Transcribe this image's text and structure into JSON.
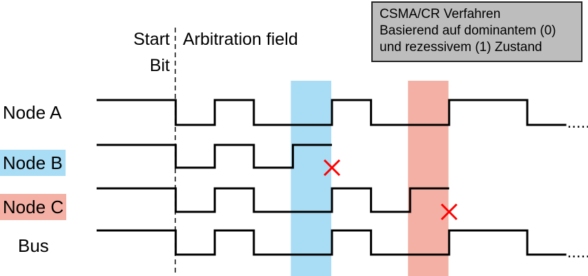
{
  "info_box": {
    "lines": [
      "CSMA/CR Verfahren",
      "Basierend auf dominantem (0)",
      "und rezessivem (1) Zustand"
    ]
  },
  "header": {
    "start_label": "Start",
    "bit_label": "Bit",
    "arbitration_label": "Arbitration field"
  },
  "nodes": [
    {
      "label": "Node A",
      "highlight": "",
      "bits": [
        1,
        0,
        1,
        0,
        0,
        1,
        0,
        0,
        1,
        1,
        0
      ],
      "lost_at": null,
      "continues": true
    },
    {
      "label": "Node B",
      "highlight": "#a9dcf5",
      "bits": [
        1,
        0,
        1,
        0,
        1
      ],
      "lost_at": 4,
      "continues": false
    },
    {
      "label": "Node C",
      "highlight": "#f4b0a4",
      "bits": [
        1,
        0,
        1,
        0,
        0,
        1,
        0,
        1
      ],
      "lost_at": 7,
      "continues": false
    },
    {
      "label": "Bus",
      "highlight": "",
      "bits": [
        1,
        0,
        1,
        0,
        0,
        1,
        0,
        0,
        1,
        1,
        0
      ],
      "lost_at": null,
      "continues": true
    }
  ],
  "highlight_bands": [
    {
      "bit_index": 4,
      "color": "#a9dcf5"
    },
    {
      "bit_index": 7,
      "color": "#f4b0a4"
    }
  ],
  "colors": {
    "signal": "#000000",
    "cross": "#ff0000",
    "box_fill": "#bdbdbd"
  },
  "ellipsis": "....."
}
